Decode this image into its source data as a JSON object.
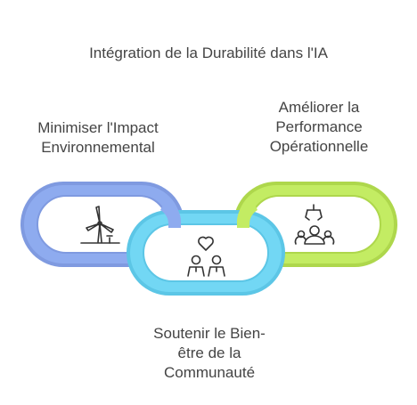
{
  "title": "Intégration de la Durabilité dans l'IA",
  "links": [
    {
      "label_lines": [
        "Minimiser l'Impact",
        "Environnemental"
      ],
      "icon": "wind-turbine-icon",
      "color": "#8eabef"
    },
    {
      "label_lines": [
        "Soutenir le Bien-",
        "être de la",
        "Communauté"
      ],
      "icon": "community-icon",
      "color": "#72d7f4"
    },
    {
      "label_lines": [
        "Améliorer la",
        "Performance",
        "Opérationnelle"
      ],
      "icon": "robot-arm-icon",
      "color": "#c3ec63"
    }
  ]
}
